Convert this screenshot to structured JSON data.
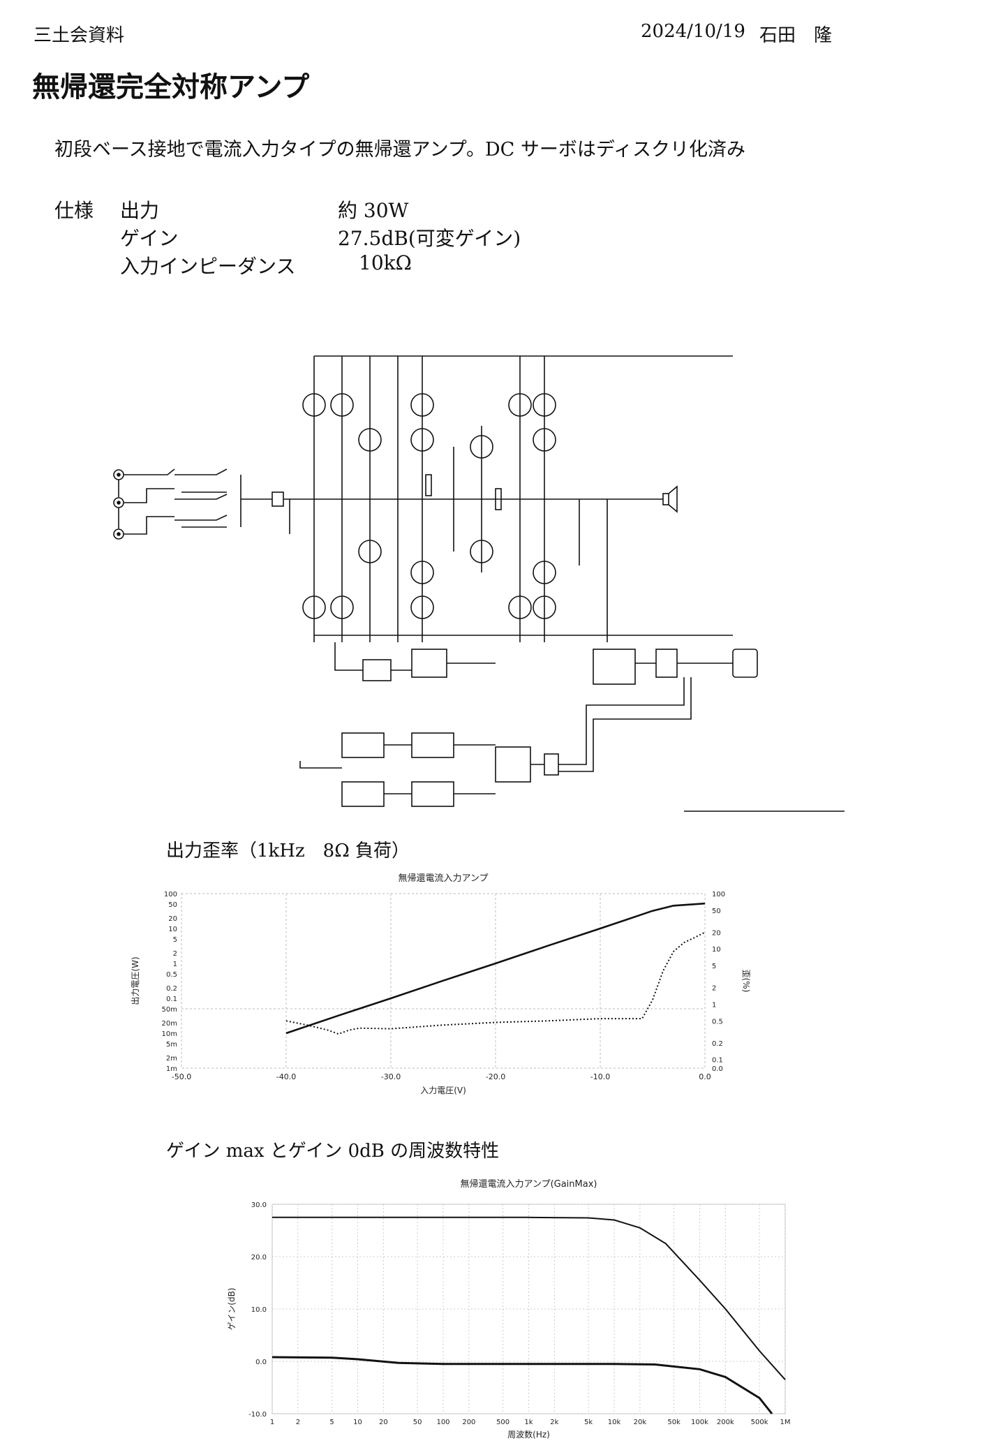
{
  "header": {
    "group": "三土会資料",
    "date": "2024/10/19",
    "author": "石田　隆"
  },
  "title": "無帰還完全対称アンプ",
  "lead": "初段ベース接地で電流入力タイプの無帰還アンプ。DC サーボはディスクリ化済み",
  "spec": {
    "heading": "仕様",
    "rows": [
      {
        "label": "出力",
        "value": "約 30W"
      },
      {
        "label": "ゲイン",
        "value": "27.5dB(可変ゲイン)"
      },
      {
        "label": "入力インピーダンス",
        "value": "10kΩ"
      }
    ]
  },
  "chart1_caption": "出力歪率（1kHz　8Ω 負荷）",
  "chart2_caption": "ゲイン max とゲイン 0dB の周波数特性",
  "chart_data": [
    {
      "type": "line",
      "title": "無帰還電流入力アンプ",
      "xlabel": "入力電圧(V)",
      "ylabel": "出力電圧(W)",
      "y2label": "歪(%)",
      "xlim": [
        -50,
        0
      ],
      "x_ticks": [
        "-50.0",
        "-40.0",
        "-30.0",
        "-20.0",
        "-10.0",
        "0.0"
      ],
      "y_ticks": [
        "100",
        "50",
        "20",
        "10",
        "5",
        "2",
        "1",
        "0.5",
        "0.2",
        "0.1",
        "50m",
        "20m",
        "10m",
        "5m",
        "2m",
        "1m"
      ],
      "y2_ticks": [
        "100",
        "50",
        "20",
        "10",
        "5",
        "2",
        "1",
        "0.5",
        "0.2",
        "0.1",
        "0.0"
      ],
      "series": [
        {
          "name": "",
          "axis": "left",
          "style": "solid",
          "x": [
            -40,
            -35,
            -30,
            -25,
            -20,
            -15,
            -10,
            -5,
            -3,
            0
          ],
          "y": [
            0.01,
            0.032,
            0.1,
            0.32,
            1,
            3.2,
            10,
            32,
            45,
            52
          ]
        },
        {
          "name": "",
          "axis": "right",
          "style": "dotted",
          "x": [
            -40,
            -38,
            -36,
            -35,
            -34,
            -33,
            -30,
            -25,
            -20,
            -15,
            -10,
            -6,
            -5,
            -4,
            -3,
            -2,
            -1,
            0
          ],
          "y": [
            0.5,
            0.42,
            0.34,
            0.29,
            0.34,
            0.37,
            0.36,
            0.42,
            0.47,
            0.5,
            0.55,
            0.55,
            1.2,
            4,
            9,
            13,
            16,
            20
          ]
        }
      ]
    },
    {
      "type": "line",
      "title": "無帰還電流入力アンプ(GainMax)",
      "xlabel": "周波数(Hz)",
      "ylabel": "ゲイン(dB)",
      "ylim": [
        -10,
        30
      ],
      "xlim": [
        1,
        1000000
      ],
      "x_scale": "log",
      "x_ticks": [
        "1",
        "2",
        "5",
        "10",
        "20",
        "50",
        "100",
        "200",
        "500",
        "1k",
        "2k",
        "5k",
        "10k",
        "20k",
        "50k",
        "100k",
        "200k",
        "500k",
        "1M"
      ],
      "y_ticks": [
        "30.0",
        "20.0",
        "10.0",
        "0.0",
        "-10.0"
      ],
      "series": [
        {
          "name": "",
          "x": [
            1,
            100,
            1000,
            5000,
            10000,
            20000,
            40000,
            100000,
            200000,
            500000,
            1000000
          ],
          "y": [
            27.5,
            27.5,
            27.5,
            27.4,
            27,
            25.5,
            22.5,
            15.5,
            10,
            2,
            -3.5
          ]
        },
        {
          "name": "",
          "x": [
            1,
            5,
            10,
            30,
            100,
            1000,
            10000,
            30000,
            100000,
            200000,
            500000,
            700000
          ],
          "y": [
            0.8,
            0.7,
            0.4,
            -0.3,
            -0.5,
            -0.5,
            -0.5,
            -0.6,
            -1.5,
            -3,
            -7,
            -10
          ]
        }
      ]
    }
  ]
}
